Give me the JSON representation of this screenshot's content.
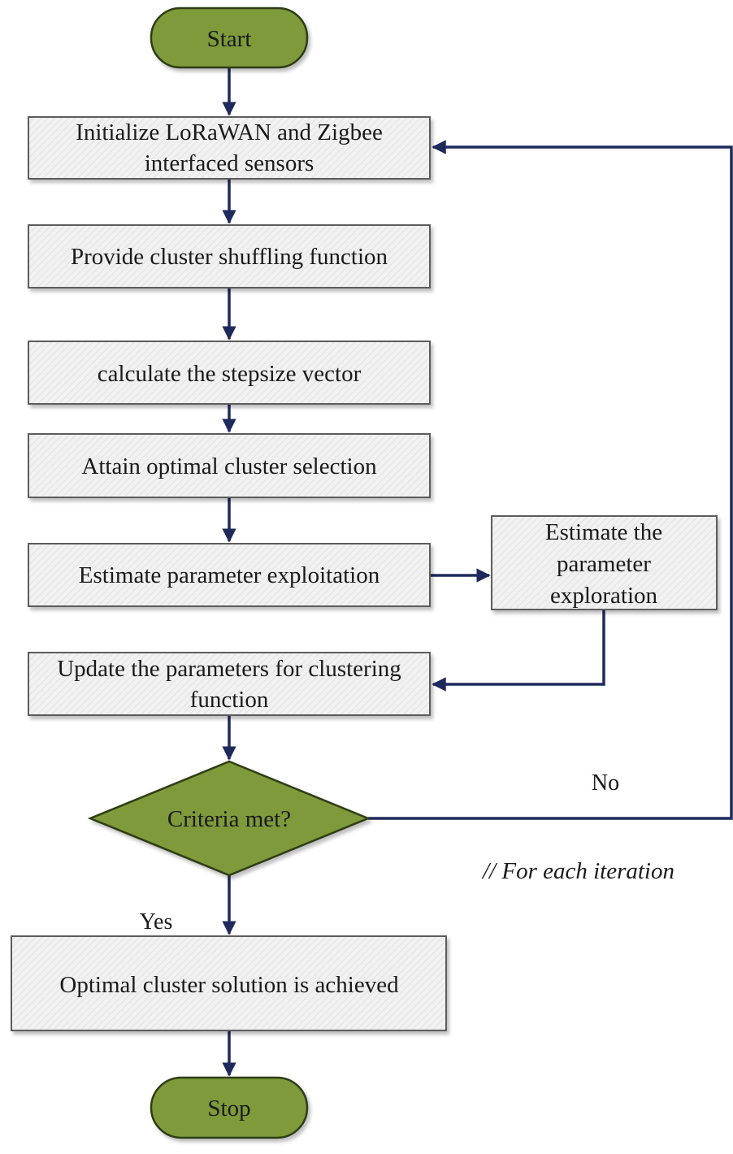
{
  "colors": {
    "terminal_fill": "#7e9a3a",
    "terminal_stroke": "#2f3d12",
    "decision_fill": "#7e9a3a",
    "process_fill": "#efefef",
    "process_stroke": "#5b5b5b",
    "connector": "#1f2a5c"
  },
  "nodes": {
    "start": {
      "label": "Start"
    },
    "init": {
      "line1": "Initialize LoRaWAN and Zigbee",
      "line2": "interfaced sensors"
    },
    "shuffle": {
      "label": "Provide cluster shuffling function"
    },
    "stepsize": {
      "label": "calculate the stepsize vector"
    },
    "optimal_select": {
      "label": "Attain optimal cluster selection"
    },
    "exploit": {
      "label": "Estimate parameter exploitation"
    },
    "explore": {
      "line1": "Estimate the",
      "line2": "parameter",
      "line3": "exploration"
    },
    "update": {
      "line1": "Update the parameters for clustering",
      "line2": "function"
    },
    "criteria": {
      "label": "Criteria met?"
    },
    "solution": {
      "label": "Optimal cluster solution is achieved"
    },
    "stop": {
      "label": "Stop"
    }
  },
  "edges": {
    "no_label": "No",
    "yes_label": "Yes"
  },
  "annotation": "// For each iteration"
}
